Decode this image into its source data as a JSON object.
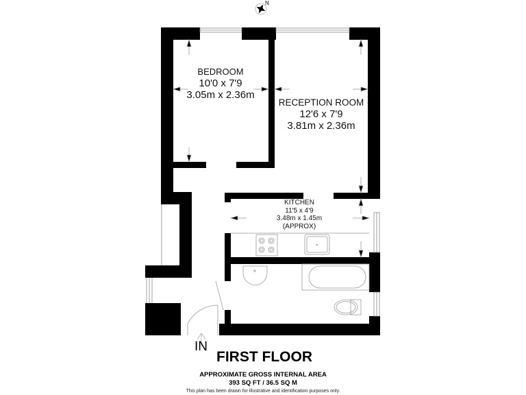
{
  "compass": {
    "label": "N",
    "icon": "compass-rose-icon"
  },
  "rooms": {
    "bedroom": {
      "name": "BEDROOM",
      "imperial": "10'0 x 7'9",
      "metric": "3.05m x 2.36m"
    },
    "reception": {
      "name": "RECEPTION ROOM",
      "imperial": "12'6 x 7'9",
      "metric": "3.81m x 2.36m"
    },
    "kitchen": {
      "name": "KITCHEN",
      "imperial": "11'5 x 4'9",
      "metric": "3.48m x 1.45m",
      "note": "(APPROX)"
    }
  },
  "entrance": {
    "label": "IN"
  },
  "floor": {
    "title": "FIRST FLOOR"
  },
  "area": {
    "heading": "APPROXIMATE GROSS INTERNAL AREA",
    "value": "393 SQ FT / 36.5 SQ M"
  },
  "disclaimer": "This plan has been drawn for illustrative and identification purposes only.",
  "colors": {
    "wall": "#000000",
    "fixture_line": "#9a9a9a",
    "background": "#ffffff"
  }
}
